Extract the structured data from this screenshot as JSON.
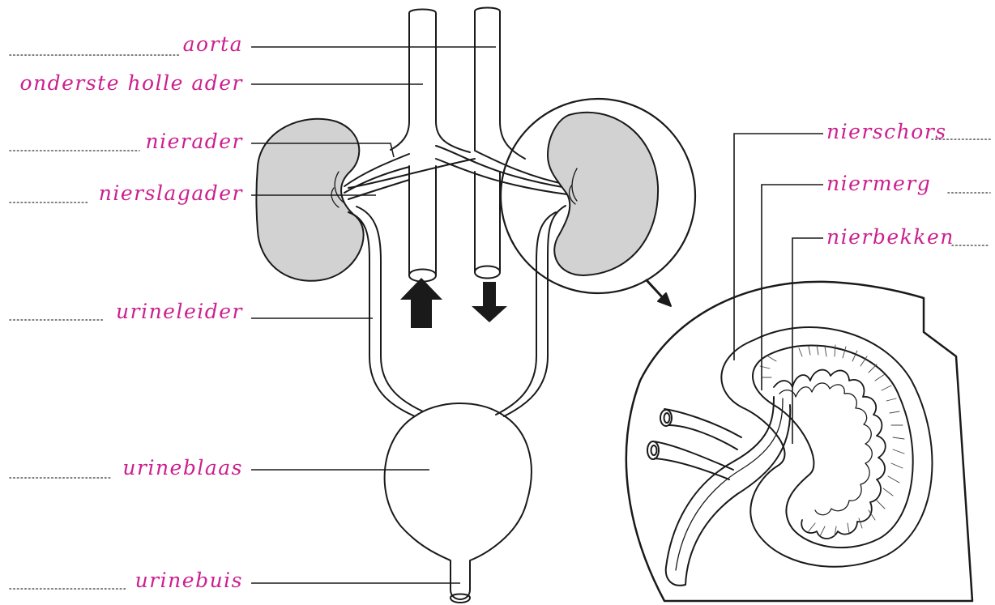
{
  "colors": {
    "label": "#cc1f8e",
    "line": "#1a1a1a",
    "kidney_fill": "#d2d2d2",
    "arrow": "#1a1a1a"
  },
  "labels": {
    "aorta": "aorta",
    "onderste_holle_ader": "onderste holle ader",
    "nierader": "nierader",
    "nierslagader": "nierslagader",
    "urineleider": "urineleider",
    "urineblaas": "urineblaas",
    "urinebuis": "urinebuis",
    "nierschors": "nierschors",
    "niermerg": "niermerg",
    "nierbekken": "nierbekken"
  }
}
